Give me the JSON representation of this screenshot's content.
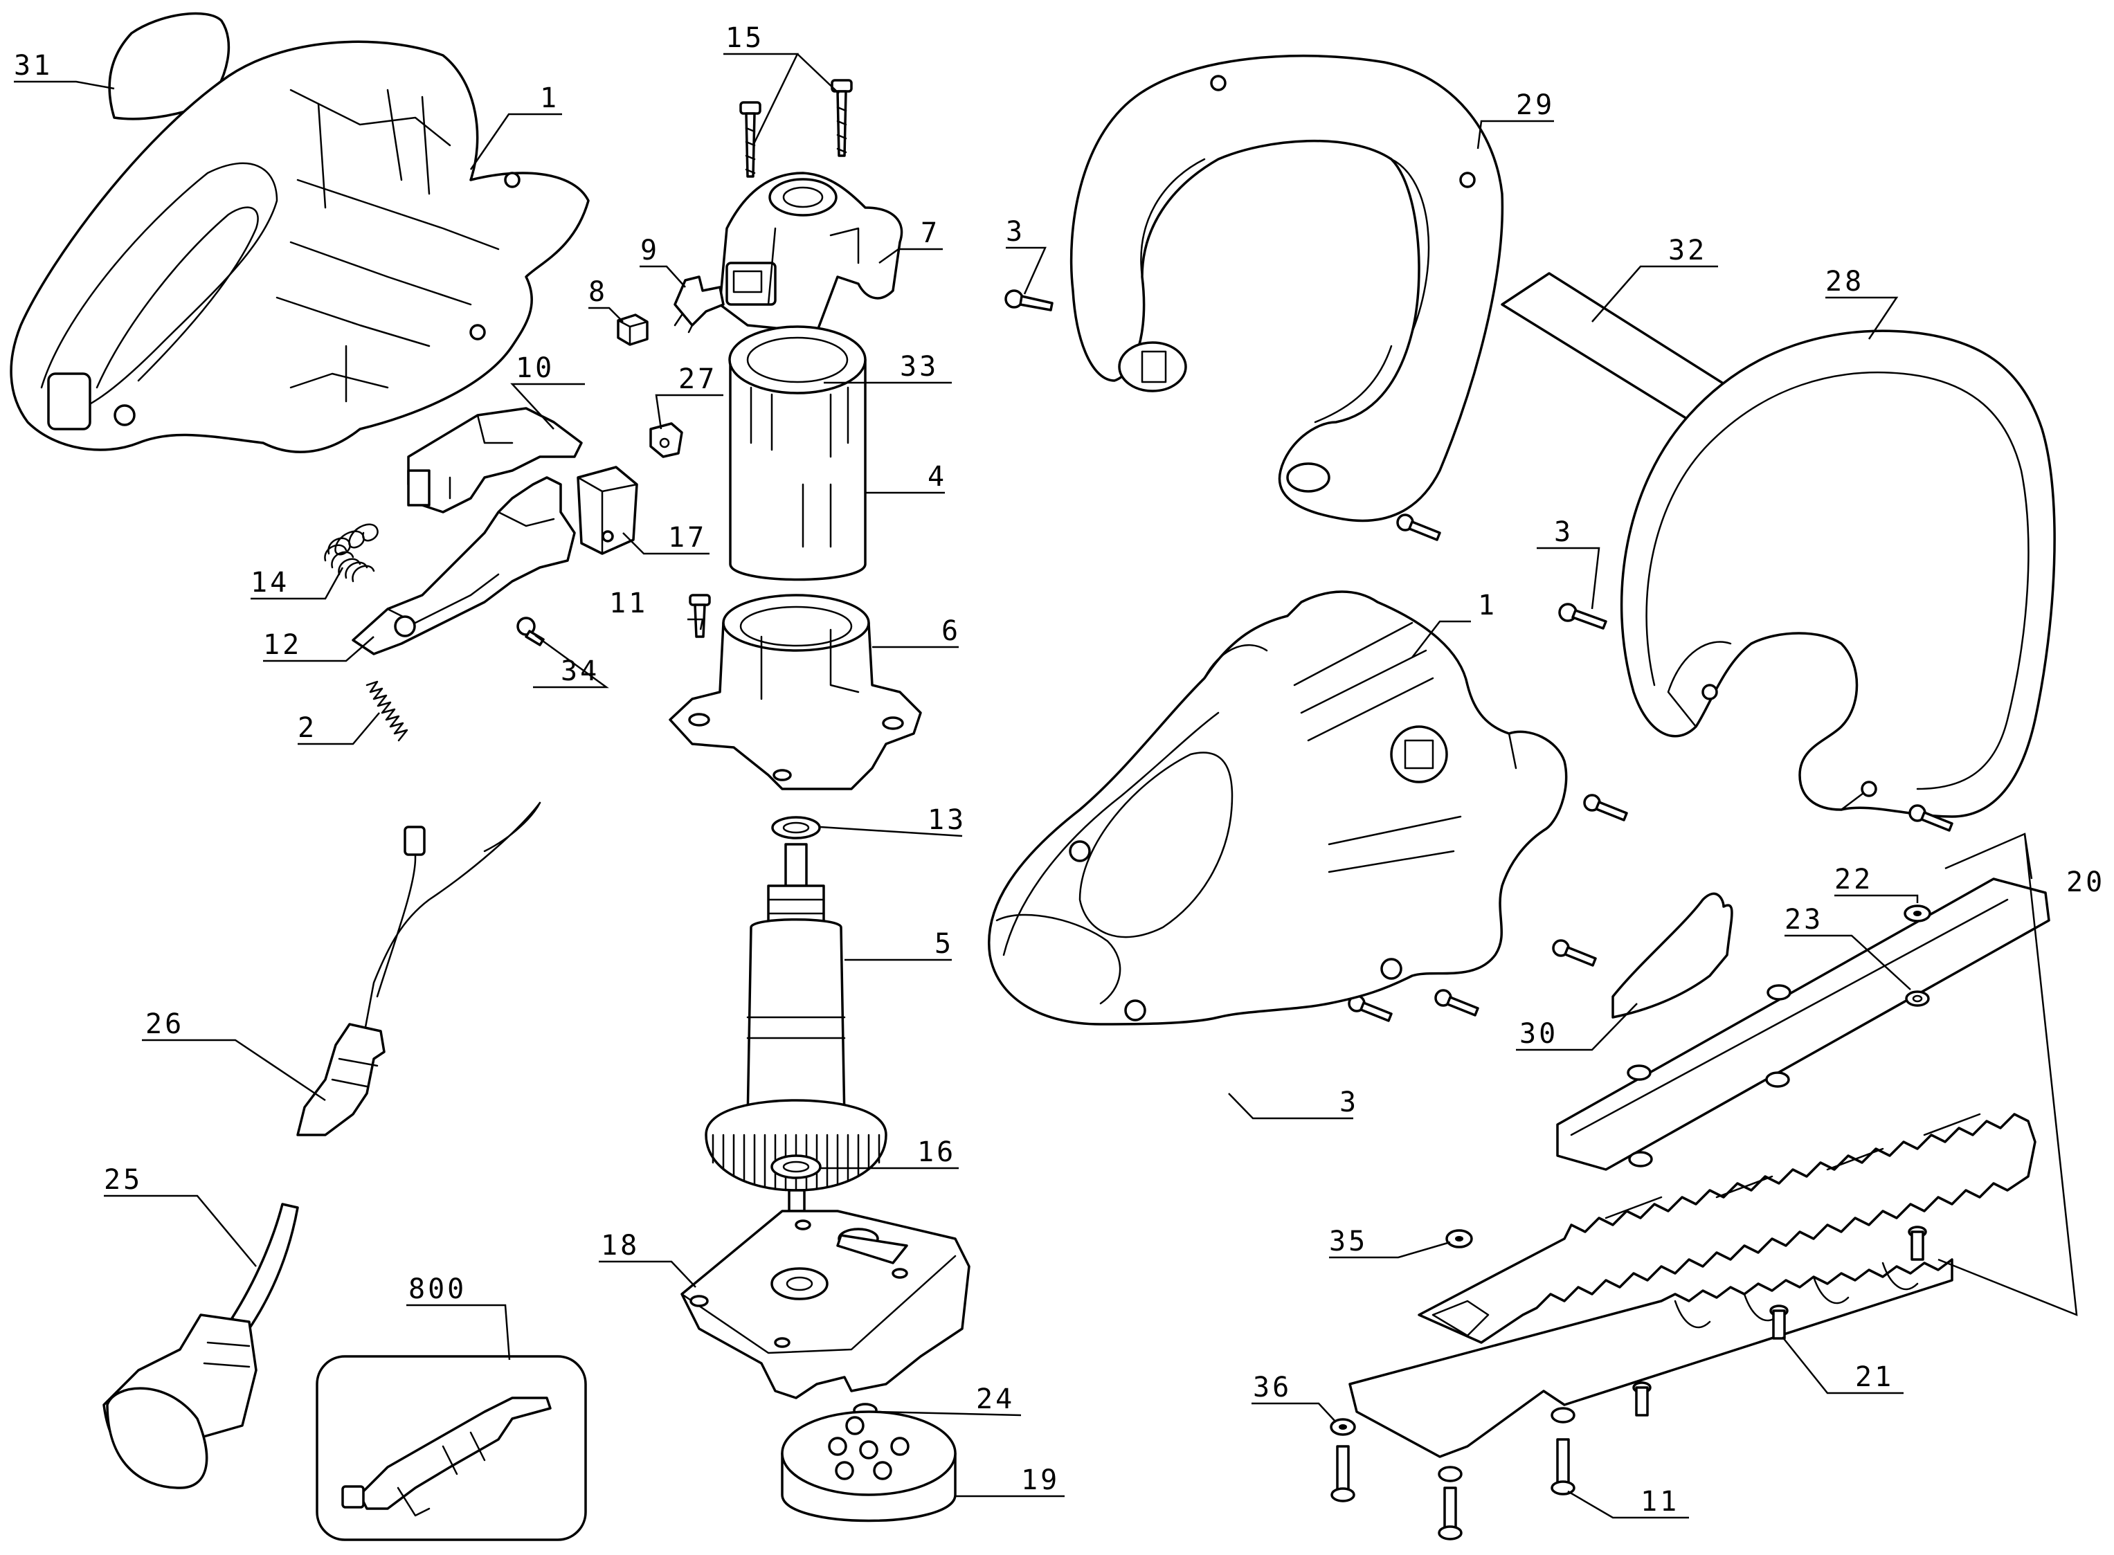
{
  "title": "",
  "labels": {
    "l31": "31",
    "l1a": "1",
    "l15": "15",
    "l7": "7",
    "l9": "9",
    "l8": "8",
    "l33": "33",
    "l27": "27",
    "l10": "10",
    "l4": "4",
    "l14": "14",
    "l17": "17",
    "l11a": "11",
    "l6": "6",
    "l12": "12",
    "l34": "34",
    "l2": "2",
    "l13": "13",
    "l5": "5",
    "l26": "26",
    "l16": "16",
    "l25": "25",
    "l18": "18",
    "l800": "800",
    "l24": "24",
    "l19": "19",
    "l29": "29",
    "l3a": "3",
    "l32": "32",
    "l28": "28",
    "l3b": "3",
    "l1b": "1",
    "l22": "22",
    "l20": "20",
    "l23": "23",
    "l30": "30",
    "l3c": "3",
    "l35": "35",
    "l21": "21",
    "l36": "36",
    "l11b": "11"
  }
}
